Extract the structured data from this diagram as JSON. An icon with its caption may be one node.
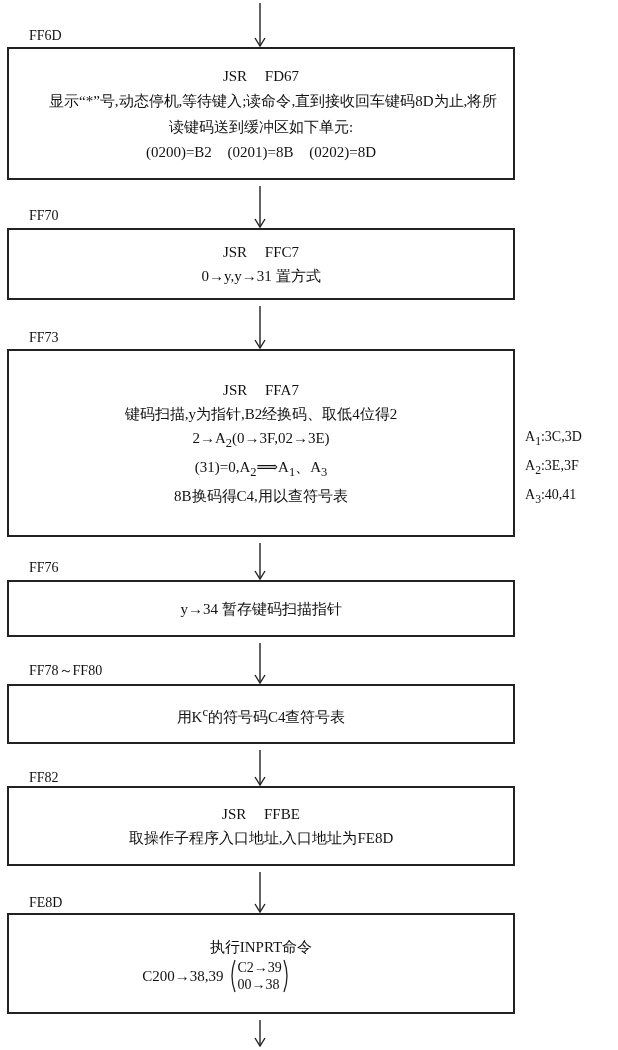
{
  "diagram": {
    "nodes": [
      {
        "text": [
          "FF6D",
          "JSR FD67",
          "显示“*”号,动态停机,等待键入;读命令,直到接收回车键码8D为止,将所读键码送到缓冲区如下单元:",
          "(0200)=B2 (0201)=8B (0202)=8D"
        ]
      },
      {
        "text": [
          "FF70",
          "JSR FFC7",
          "0→y,y→31 置方式"
        ]
      },
      {
        "text": [
          "FF73",
          "JSR FFA7",
          "键码扫描,y为指针,B2经换码、取低4位得2",
          "2→A$_{2}$(0→3F,02→3E)",
          "(31)=0,A$_{2}$⟹A$_{1}$、A$_{3}$",
          "8B换码得C4,用以查符号表"
        ],
        "beside": [
          "A$_{1}$:3C,3D",
          "A$_{2}$:3E,3F",
          "A$_{3}$:40,41"
        ]
      },
      {
        "text": [
          "FF76",
          "y→34 暂存键码扫描指针"
        ]
      },
      {
        "text": [
          "FF78～FF80",
          "用K$^{c}$的符号码C4查符号表"
        ]
      },
      {
        "text": [
          "FF82",
          "JSR FFBE",
          "取操作子程序入口地址,入口地址为FE8D"
        ]
      },
      {
        "text": [
          "FE8D",
          "执行INPRT命令",
          "C200→38,39",
          "C2→39",
          "00→38"
        ]
      }
    ],
    "edges": [
      {
        "from": null,
        "to": 0,
        "arrow": "to"
      },
      {
        "from": 0,
        "to": 1,
        "arrow": "to"
      },
      {
        "from": 1,
        "to": 2,
        "arrow": "to"
      },
      {
        "from": 2,
        "to": 3,
        "arrow": "to"
      },
      {
        "from": 3,
        "to": 4,
        "arrow": "to"
      },
      {
        "from": 4,
        "to": 5,
        "arrow": "to"
      },
      {
        "from": 5,
        "to": 6,
        "arrow": "to"
      },
      {
        "from": 6,
        "to": null,
        "arrow": "to"
      }
    ]
  }
}
